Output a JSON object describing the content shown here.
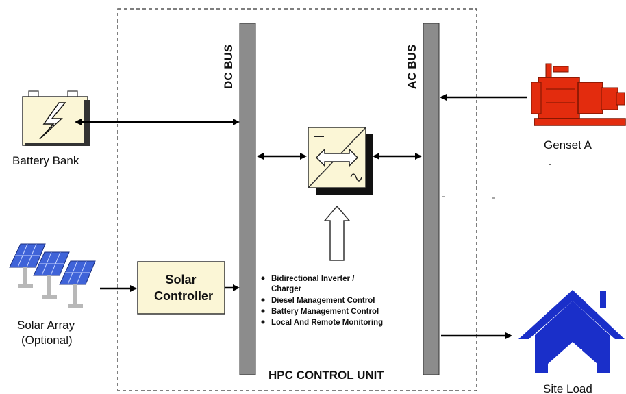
{
  "labels": {
    "dc_bus": "DC BUS",
    "ac_bus": "AC BUS",
    "battery_bank": "Battery Bank",
    "genset": "Genset A",
    "solar_array_line1": "Solar Array",
    "solar_array_line2": "(Optional)",
    "solar_controller_line1": "Solar",
    "solar_controller_line2": "Controller",
    "control_unit": "HPC CONTROL UNIT",
    "site_load": "Site Load"
  },
  "features": [
    "Bidirectional Inverter /",
    "Charger",
    "Diesel Management Control",
    "Battery Management Control",
    "Local And Remote Monitoring"
  ],
  "icons": {
    "battery": "battery-icon",
    "genset": "genset-icon",
    "solar": "solar-panel-icon",
    "inverter": "inverter-icon",
    "house": "house-icon"
  },
  "colors": {
    "bus": "#8c8c8c",
    "box_fill": "#fbf6d6",
    "genset": "#e32c0e",
    "house": "#1a2fc9",
    "solar": "#3f63d8"
  }
}
